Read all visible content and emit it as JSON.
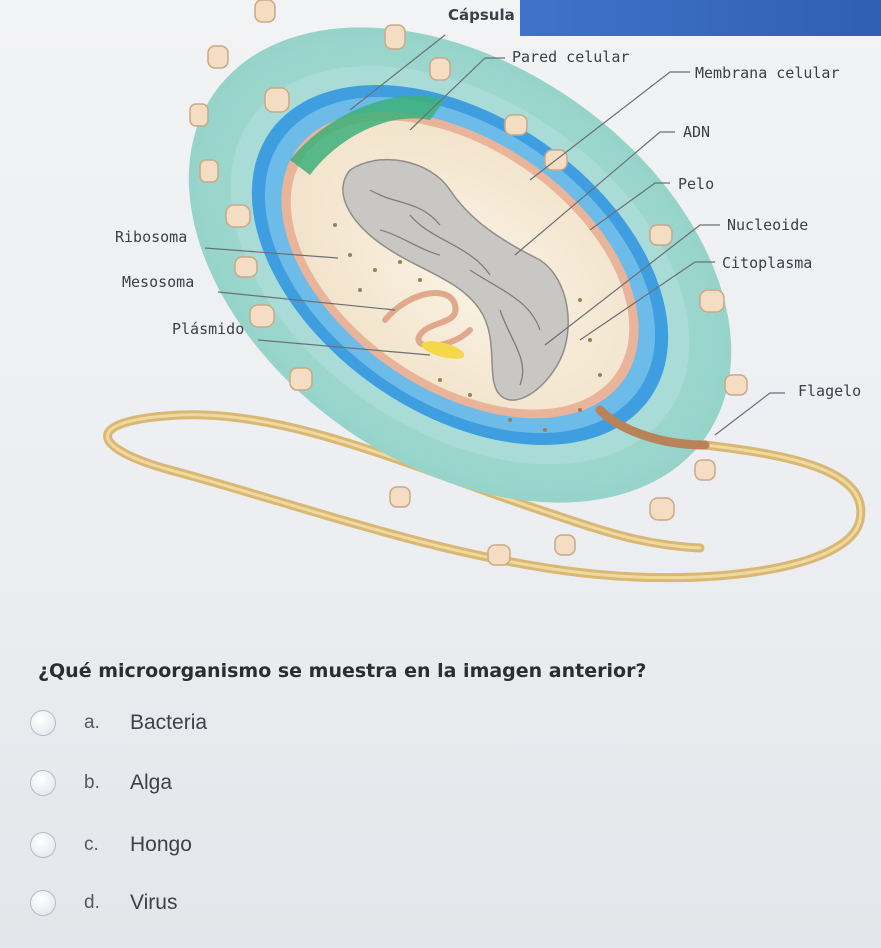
{
  "diagram": {
    "labels": {
      "capsula": "Cápsula",
      "pared": "Pared celular",
      "membrana": "Membrana celular",
      "adn": "ADN",
      "pelo": "Pelo",
      "nucleoide": "Nucleoide",
      "citoplasma": "Citoplasma",
      "ribosoma": "Ribosoma",
      "mesosoma": "Mesosoma",
      "plasmido": "Plásmido",
      "flagelo": "Flagelo"
    }
  },
  "question": {
    "text": "¿Qué microorganismo se muestra en la imagen anterior?",
    "options": [
      {
        "letter": "a.",
        "text": "Bacteria"
      },
      {
        "letter": "b.",
        "text": "Alga"
      },
      {
        "letter": "c.",
        "text": "Hongo"
      },
      {
        "letter": "d.",
        "text": "Virus"
      }
    ]
  }
}
